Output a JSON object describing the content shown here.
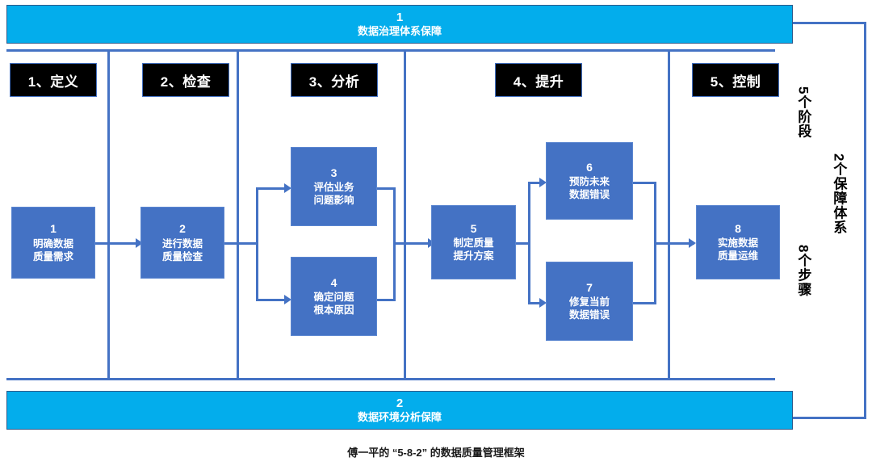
{
  "figure": {
    "caption": "傅一平的 “5-8-2” 的数据质量管理框架"
  },
  "colors": {
    "guarantee_bar": "#03ADEC",
    "process_box": "#4472C4",
    "stage_chip": "#000000",
    "connector": "#4472C4",
    "text_on_fill": "#FFFFFF"
  },
  "guarantees": [
    {
      "number": "1",
      "label": "数据治理体系保障",
      "position": "top"
    },
    {
      "number": "2",
      "label": "数据环境分析保障",
      "position": "bottom"
    }
  ],
  "stages": [
    {
      "label": "1、定义"
    },
    {
      "label": "2、检查"
    },
    {
      "label": "3、分析"
    },
    {
      "label": "4、提升"
    },
    {
      "label": "5、控制"
    }
  ],
  "steps": [
    {
      "number": "1",
      "line1": "明确数据",
      "line2": "质量需求",
      "stage": "1、定义"
    },
    {
      "number": "2",
      "line1": "进行数据",
      "line2": "质量检查",
      "stage": "2、检查"
    },
    {
      "number": "3",
      "line1": "评估业务",
      "line2": "问题影响",
      "stage": "3、分析"
    },
    {
      "number": "4",
      "line1": "确定问题",
      "line2": "根本原因",
      "stage": "3、分析"
    },
    {
      "number": "5",
      "line1": "制定质量",
      "line2": "提升方案",
      "stage": "4、提升"
    },
    {
      "number": "6",
      "line1": "预防未来",
      "line2": "数据错误",
      "stage": "4、提升"
    },
    {
      "number": "7",
      "line1": "修复当前",
      "line2": "数据错误",
      "stage": "4、提升"
    },
    {
      "number": "8",
      "line1": "实施数据",
      "line2": "质量运维",
      "stage": "5、控制"
    }
  ],
  "side_labels": {
    "stages_count": "5个阶段",
    "steps_count": "8个步骤",
    "guarantees_count": "2个保障体系"
  }
}
